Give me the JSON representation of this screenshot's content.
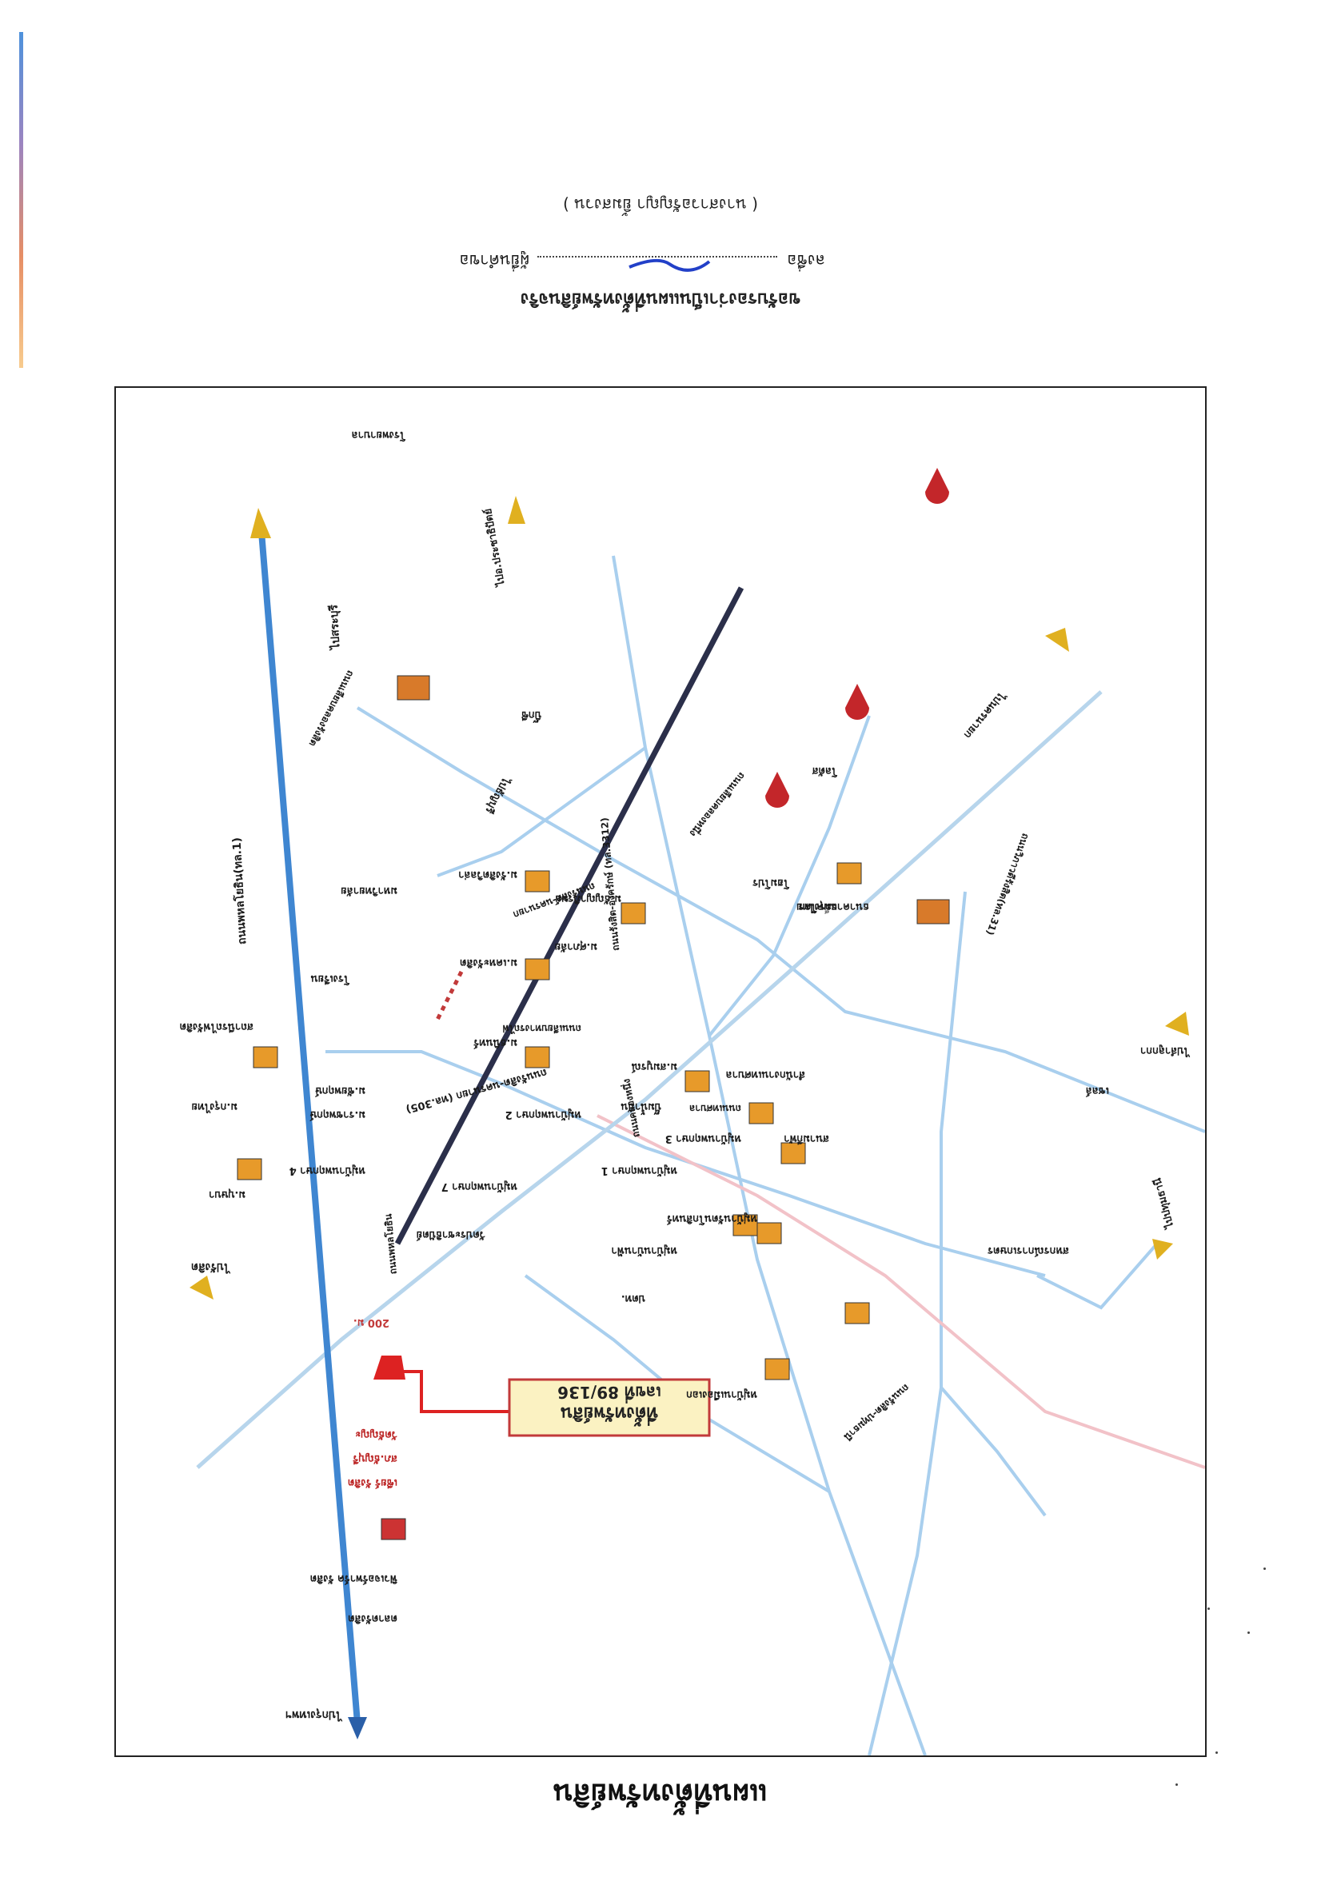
{
  "document": {
    "title": "แผนที่ตั้งทรัพย์สิน",
    "certification": "ขอรับรองว่าเป็นแผนที่ตั้งทรัพย์สินจริง",
    "sign_prefix": "ลงชื่อ",
    "sign_suffix": "ผู้ยื่นคำขอ",
    "signer_name": "( นางสาวอรัญญา ยิ้มสงวน )"
  },
  "map": {
    "property_label_line1": "ที่ตั้งทรัพย์สิน",
    "property_label_line2": "เลขที่ 89/136",
    "distance": "200 ม.",
    "roads": {
      "highway": "ถนนพหลโยธิน(ทล.1)",
      "to_bangkok": "ไปกรุงเทพฯ",
      "to_saraburi": "ไปสระบุรี",
      "rangsit_nakhonnayok": "ถนนรังสิต-นครนายก (ทล.305)",
      "to_nakhonnayok": "ไปนครนายก",
      "to_lamlukka": "ไปลำลูกกา",
      "to_thanyaburi": "ไปธัญบุรี",
      "to_pathumthani": "ไปปทุมธานี",
      "to_prachathipat": "ไปอ.ประชาธิปัตย์",
      "to_rangsit": "ไปรังสิต",
      "road_a": "ถนนรังสิต-ปทุมธานี",
      "road_b": "ถนนเลียบคลองรังสิต",
      "road_c": "ถนนพหลโยธิน",
      "road_d": "ถนนคลองหนึ่ง",
      "road_e": "ถนนรังสิต-นครนายก",
      "road_f": "ถนนเทศบาล",
      "road_g": "ถนนเลียบคลองหนึ่ง",
      "road_h": "ถนนเลียบทางรถไฟ",
      "road_i": "ถนนวิภาวดีรังสิต(ทล.31)",
      "road_j": "ถนนรังสิต-องครักษ์ (ทล.3312)"
    },
    "places": {
      "market": "ตลาดรังสิต",
      "future_park": "ฟิวเจอร์พาร์ค รังสิต",
      "mall": "เซียร์ รังสิต",
      "police": "สภ.ธัญบุรี",
      "temple": "วัดธัญญะ",
      "hospital": "โรงพยาบาล",
      "school": "โรงเรียน",
      "university": "มหาวิทยาลัย",
      "station": "สถานีรถไฟรังสิต",
      "village1": "หมู่บ้านเมืองเอก",
      "village2": "หมู่บ้านรัตนโกสินทร์",
      "village3": "หมู่บ้านพฤกษา 1",
      "village4": "หมู่บ้านพฤกษา 2",
      "village5": "หมู่บ้านพฤกษา 3",
      "village6": "หมู่บ้านพฤกษา 4",
      "village7": "หมู่บ้านพฤกษา 7",
      "village8": "หมู่บ้านบ้านฟ้า",
      "village9": "ม.ธนินทร์",
      "village10": "ม.เคหะรังสิต",
      "village11": "ม.ธัญญาภิรมย์",
      "village12": "ม.รังสิตวิลล่า",
      "village13": "ม.กรุงไทย",
      "village14": "ม.บุษบา",
      "village15": "ม.สมบูรณ์",
      "village16": "ม.ราชพฤกษ์",
      "village17": "ม.ศุภาลัย",
      "village18": "ม.ชัยพฤกษ์",
      "bank": "ธนาคารกรุงไทย",
      "gas": "ปั๊มน้ำมัน",
      "office": "สำนักงานเทศบาล",
      "cooperative": "สหกรณ์การเกษตร",
      "wat2": "วัดประชาธิปัตย์",
      "ptt": "ปตท.",
      "shell": "เชลล์",
      "makro": "แม็คโคร",
      "homepro": "โฮมโปร",
      "bigc": "บิ๊กซี",
      "lotus": "โลตัส",
      "sport": "สนามกีฬา"
    }
  }
}
